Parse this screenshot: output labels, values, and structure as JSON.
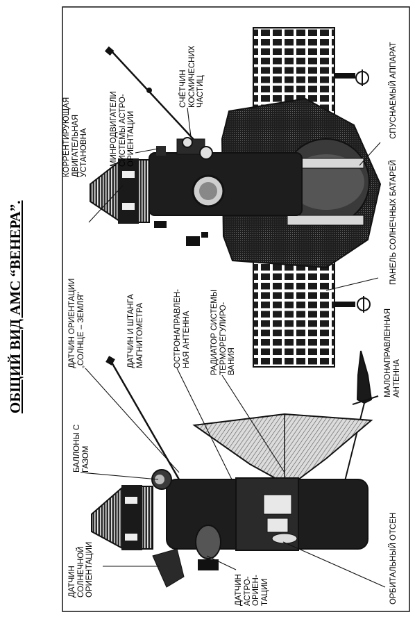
{
  "title": "ОБЩИЙ ВИД АМС “ВЕНЕРА”.",
  "labels": {
    "corrective_engine": [
      "КОРРЕНТИРУЮЩАЯ",
      "ДВИГАТЕЛЬНАЯ",
      "УСТАНОВНА"
    ],
    "micro_engines": [
      "МИНРОДВИГАТЕЛИ",
      "СИСТЕМЫ АСТРО-",
      "ОРИЕНТАЦИИ"
    ],
    "particle_counter": [
      "СЧЁТЧИН",
      "КОСМИЧЕСНИХ",
      "ЧАСТИЦ"
    ],
    "descent_module": [
      "СПУСНАЕМЫЙ АППАРАТ"
    ],
    "solar_panel": [
      "ПАНЕЛЬ СОЛНЕЧНЫХ БАТАРЕЙ"
    ],
    "sun_earth_sensor": [
      "ДАТЧИН ОРИЕНТАЦИИ",
      "„СОЛНЦЕ – ЗЕМЛЯ\""
    ],
    "magnetometer": [
      "ДАТЧИН И ШТАНГА",
      "МАГНИТОМЕТРА"
    ],
    "directional_antenna": [
      "ОСТРОНАПРАВЛЕН-",
      "НАЯ АНТЕННА"
    ],
    "radiator": [
      "РАДИАТОР СИСТЕМЫ",
      "ТЕРМОРЕГУЛИРО-",
      "ВАНИЯ"
    ],
    "low_gain_antenna": [
      "МАЛОНАПРАВЛЕННАЯ",
      "АНТЕННА"
    ],
    "gas_tanks": [
      "БАЛЛОНЫ С",
      "ГАЗОМ"
    ],
    "solar_sensor": [
      "ДАТЧИН",
      "СОЛНЕЧНОЙ",
      "ОРИЕНТАЦИИ"
    ],
    "astro_sensor": [
      "ДАТЧИН",
      "АСТРО-",
      "ОРИЕН-",
      "ТАЦИИ"
    ],
    "orbital_compartment": [
      "ОРБИТАЛЬНЫЙ ОТСЕН"
    ]
  }
}
